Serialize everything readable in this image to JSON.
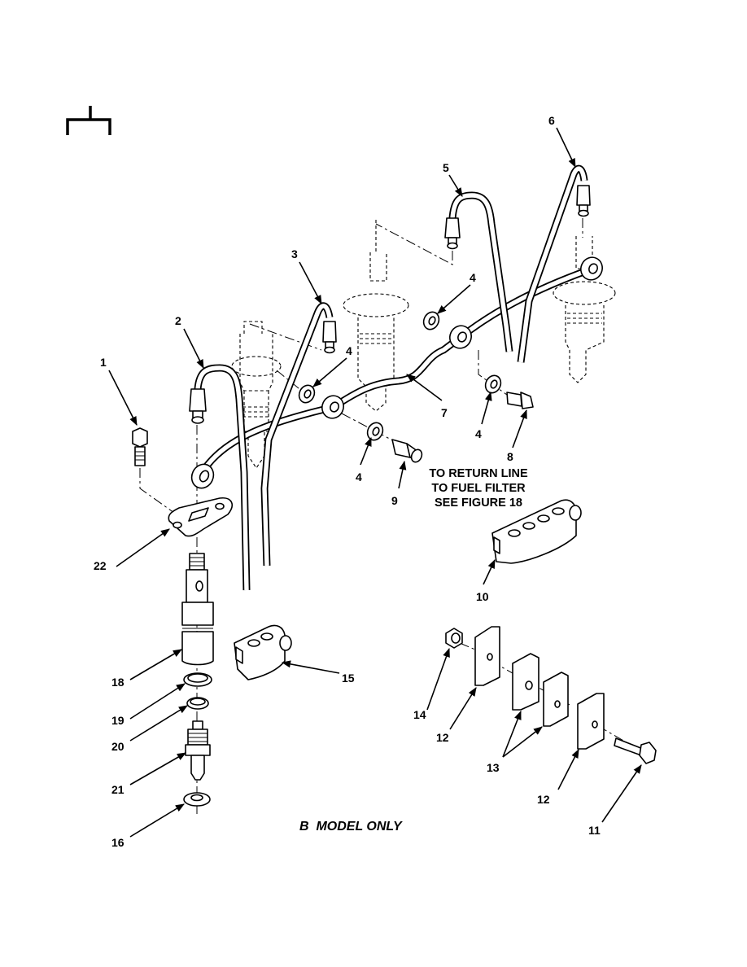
{
  "figure": {
    "type": "exploded-parts-diagram",
    "subject": "Fuel injection lines, nozzles and return line",
    "caption": "B  MODEL ONLY",
    "note_lines": [
      "TO RETURN LINE",
      "TO FUEL FILTER",
      "SEE FIGURE 18"
    ],
    "corner_mark": "section-bracket"
  },
  "callouts": [
    {
      "id": "c1",
      "label": "1",
      "part": "bolt"
    },
    {
      "id": "c2",
      "label": "2",
      "part": "injection line"
    },
    {
      "id": "c3",
      "label": "3",
      "part": "injection line"
    },
    {
      "id": "c4a",
      "label": "4",
      "part": "washer"
    },
    {
      "id": "c4b",
      "label": "4",
      "part": "washer"
    },
    {
      "id": "c4c",
      "label": "4",
      "part": "washer"
    },
    {
      "id": "c4d",
      "label": "4",
      "part": "washer"
    },
    {
      "id": "c5",
      "label": "5",
      "part": "injection line"
    },
    {
      "id": "c6",
      "label": "6",
      "part": "injection line"
    },
    {
      "id": "c7",
      "label": "7",
      "part": "fuel return line"
    },
    {
      "id": "c8",
      "label": "8",
      "part": "banjo bolt"
    },
    {
      "id": "c9",
      "label": "9",
      "part": "banjo fitting"
    },
    {
      "id": "c10",
      "label": "10",
      "part": "4-line clamp"
    },
    {
      "id": "c11",
      "label": "11",
      "part": "bolt"
    },
    {
      "id": "c12a",
      "label": "12",
      "part": "clamp bracket"
    },
    {
      "id": "c12b",
      "label": "12",
      "part": "clamp bracket"
    },
    {
      "id": "c13",
      "label": "13",
      "part": "clamp halves"
    },
    {
      "id": "c14",
      "label": "14",
      "part": "nut"
    },
    {
      "id": "c15",
      "label": "15",
      "part": "2-line clamp"
    },
    {
      "id": "c16",
      "label": "16",
      "part": "washer"
    },
    {
      "id": "c18",
      "label": "18",
      "part": "nozzle holder"
    },
    {
      "id": "c19",
      "label": "19",
      "part": "seal ring"
    },
    {
      "id": "c20",
      "label": "20",
      "part": "seal ring"
    },
    {
      "id": "c21",
      "label": "21",
      "part": "nozzle"
    },
    {
      "id": "c22",
      "label": "22",
      "part": "hold-down clamp"
    }
  ]
}
